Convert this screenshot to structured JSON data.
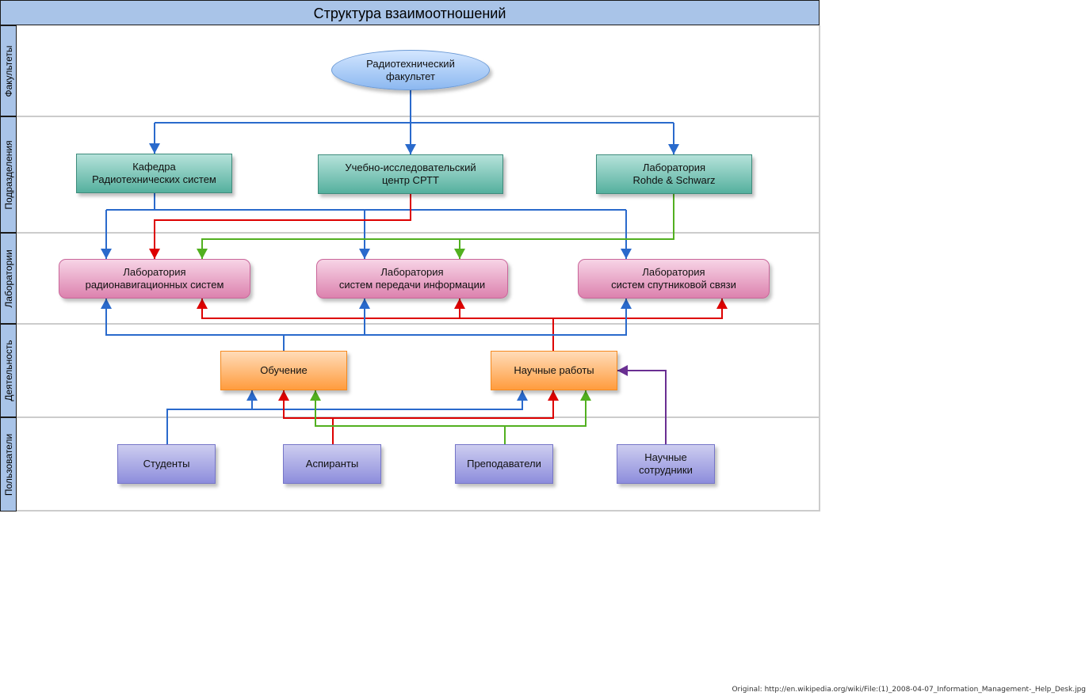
{
  "title": "Структура взаимоотношений",
  "lanes": [
    {
      "label": "Факультеты"
    },
    {
      "label": "Подразделения"
    },
    {
      "label": "Лаборатории"
    },
    {
      "label": "Деятельность"
    },
    {
      "label": "Пользователи"
    }
  ],
  "nodes": {
    "faculty": "Радиотехнический\nфакультет",
    "dept_kafedra": "Кафедра\nРадиотехнических систем",
    "dept_center": "Учебно-исследовательский\nцентр СРТТ",
    "dept_rs": "Лаборатория\nRohde & Schwarz",
    "lab_radionav": "Лаборатория\nрадионавигационных систем",
    "lab_transfer": "Лаборатория\nсистем передачи информации",
    "lab_satellite": "Лаборатория\nсистем спутниковой связи",
    "act_training": "Обучение",
    "act_research": "Научные работы",
    "user_students": "Студенты",
    "user_postgrads": "Аспиранты",
    "user_teachers": "Преподаватели",
    "user_researchers": "Научные\nсотрудники"
  },
  "link_colors": {
    "blue": "#2a6acc",
    "red": "#dd0000",
    "green": "#52b020",
    "purple": "#6a2f92"
  },
  "footer": "Original: http://en.wikipedia.org/wiki/File:(1)_2008-04-07_Information_Management-_Help_Desk.jpg"
}
